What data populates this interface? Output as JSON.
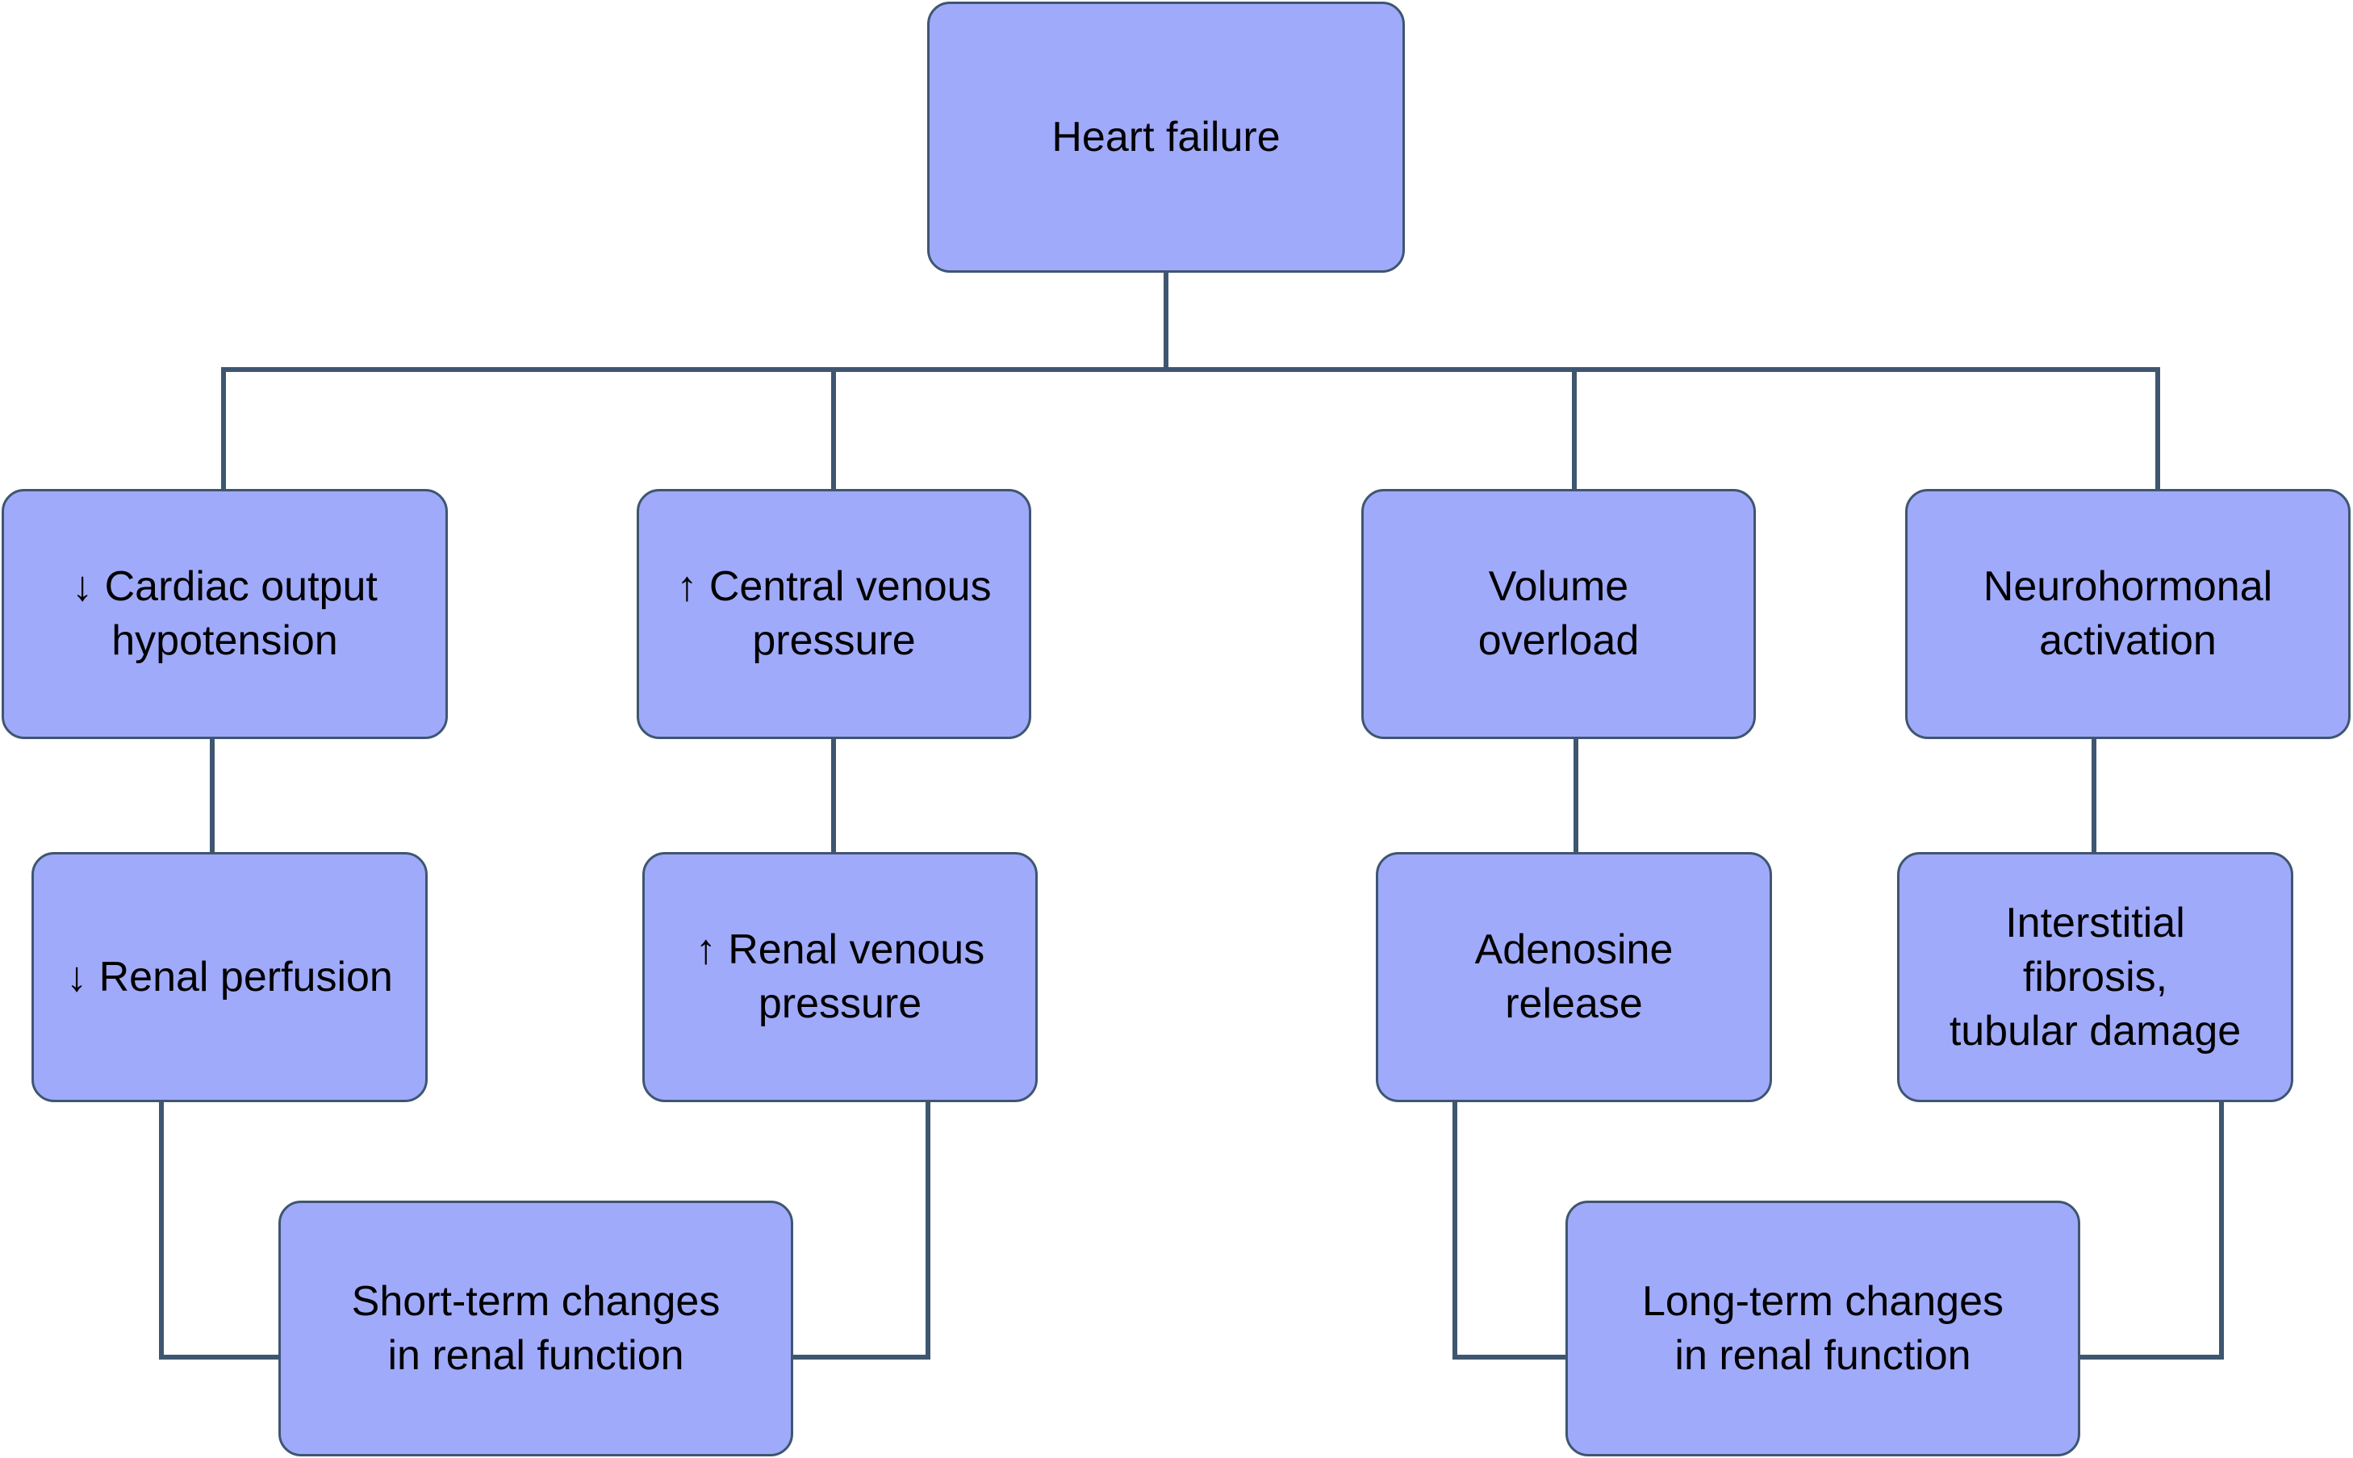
{
  "diagram": {
    "colors": {
      "box_fill": "#a0aafa",
      "box_border": "#3e5670",
      "connector": "#3e5670",
      "text": "#000000"
    },
    "nodes": {
      "heart_failure": "Heart failure",
      "cardiac_output": "↓ Cardiac output\nhypotension",
      "central_venous": "↑ Central venous\npressure",
      "volume_overload": "Volume\noverload",
      "neurohormonal": "Neurohormonal\nactivation",
      "renal_perfusion": "↓ Renal perfusion",
      "renal_venous": "↑ Renal venous\npressure",
      "adenosine": "Adenosine\nrelease",
      "fibrosis": "Interstitial\nfibrosis,\ntubular damage",
      "short_term": "Short-term changes\nin renal function",
      "long_term": "Long-term changes\nin renal function"
    }
  }
}
